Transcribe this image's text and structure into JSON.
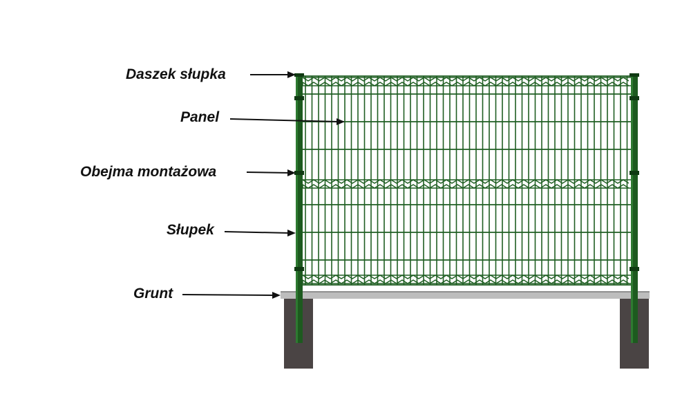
{
  "labels": {
    "post_cap": "Daszek słupka",
    "panel": "Panel",
    "mounting_clamp": "Obejma montażowa",
    "post": "Słupek",
    "ground": "Grunt"
  },
  "colors": {
    "panel_wire": "#1f5e22",
    "post": "#1d5a1f",
    "post_dark": "#0f3a12",
    "foundation": "#4a4444",
    "ground_band": "#bdbdbd",
    "label_text": "#111111",
    "arrow": "#111111"
  }
}
